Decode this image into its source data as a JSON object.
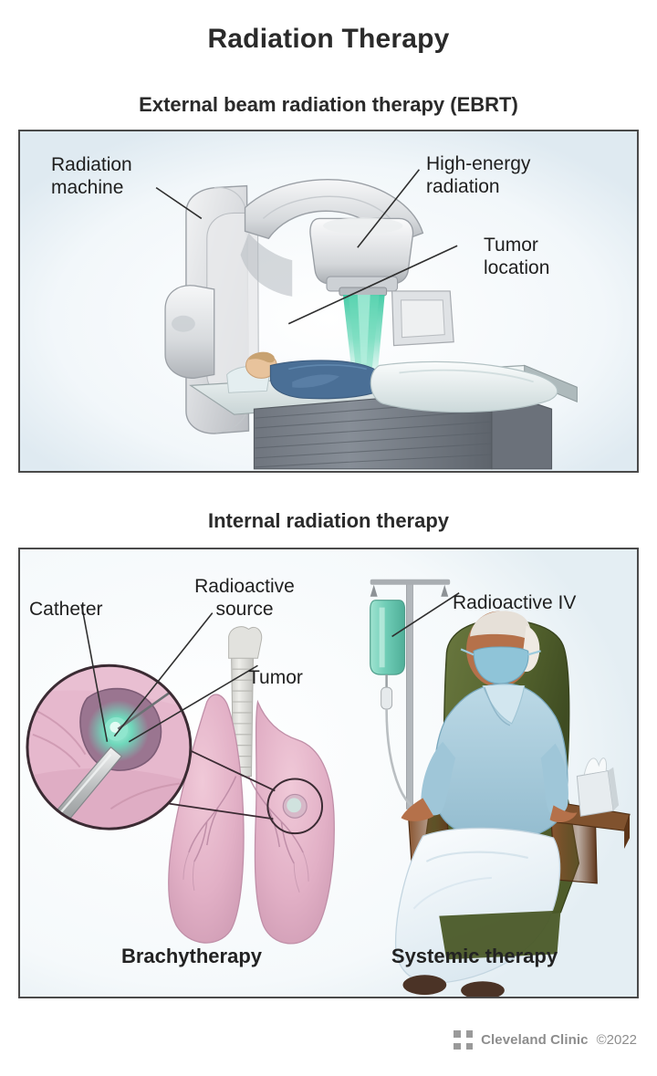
{
  "document": {
    "title": "Radiation Therapy"
  },
  "sections": [
    {
      "id": "ebrt",
      "heading": "External beam radiation therapy (EBRT)",
      "labels": [
        {
          "name": "radiation-machine",
          "text": "Radiation\nmachine"
        },
        {
          "name": "high-energy-radiation",
          "text": "High-energy\nradiation"
        },
        {
          "name": "tumor-location",
          "text": "Tumor\nlocation"
        }
      ]
    },
    {
      "id": "internal",
      "heading": "Internal radiation therapy",
      "labels": [
        {
          "name": "catheter",
          "text": "Catheter"
        },
        {
          "name": "radioactive-source",
          "text": "Radioactive\nsource"
        },
        {
          "name": "tumor",
          "text": "Tumor"
        },
        {
          "name": "radioactive-iv",
          "text": "Radioactive IV"
        }
      ],
      "captions": [
        {
          "name": "brachytherapy",
          "text": "Brachytherapy"
        },
        {
          "name": "systemic-therapy",
          "text": "Systemic therapy"
        }
      ]
    }
  ],
  "footer": {
    "logo_icon": "cleveland-clinic-logo-icon",
    "brand": "Cleveland Clinic",
    "copyright": "©2022"
  },
  "colors": {
    "text": "#1f1f1f",
    "panel_border": "#4a4a4a",
    "radiation_beam": "#4ecfad",
    "lung_pink": "#e3b3c6",
    "tumor_dark": "#8c6a84",
    "radioactive_teal": "#6fd8bb",
    "machine_grey": "#dcdee0",
    "table_grey": "#7e838c",
    "gown_blue": "#4a6f96",
    "chair_green": "#5d6b40",
    "chair_wood": "#7a4a2c",
    "shirt_blue": "#a8cbdb",
    "blanket_white": "#eef4f8",
    "skin": "#b5714a",
    "mask_blue": "#8fc4d8",
    "footer_grey": "#8d8d8d"
  }
}
